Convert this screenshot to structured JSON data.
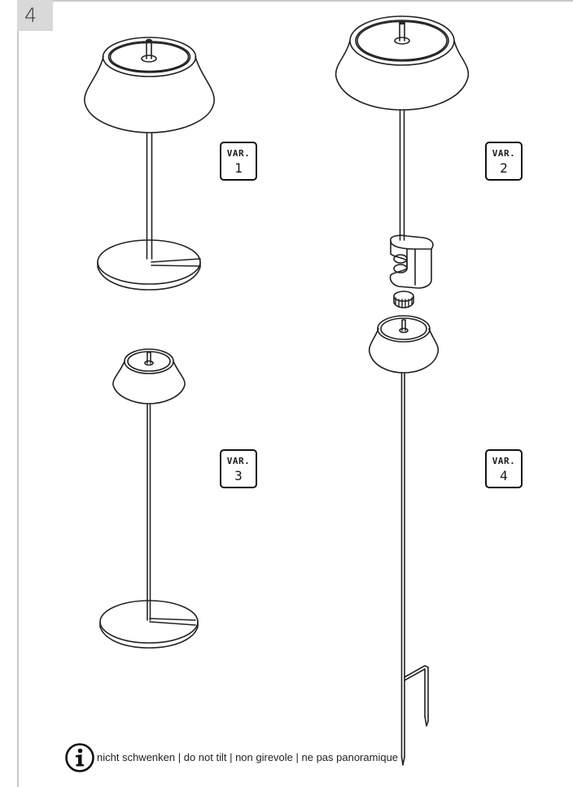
{
  "step": {
    "number": "4"
  },
  "variants": [
    {
      "label": "VAR.",
      "number": "1"
    },
    {
      "label": "VAR.",
      "number": "2"
    },
    {
      "label": "VAR.",
      "number": "3"
    },
    {
      "label": "VAR.",
      "number": "4"
    }
  ],
  "note": {
    "icon": "info-icon",
    "text": "nicht schwenken | do not tilt | non girevole | ne pas panoramique"
  }
}
